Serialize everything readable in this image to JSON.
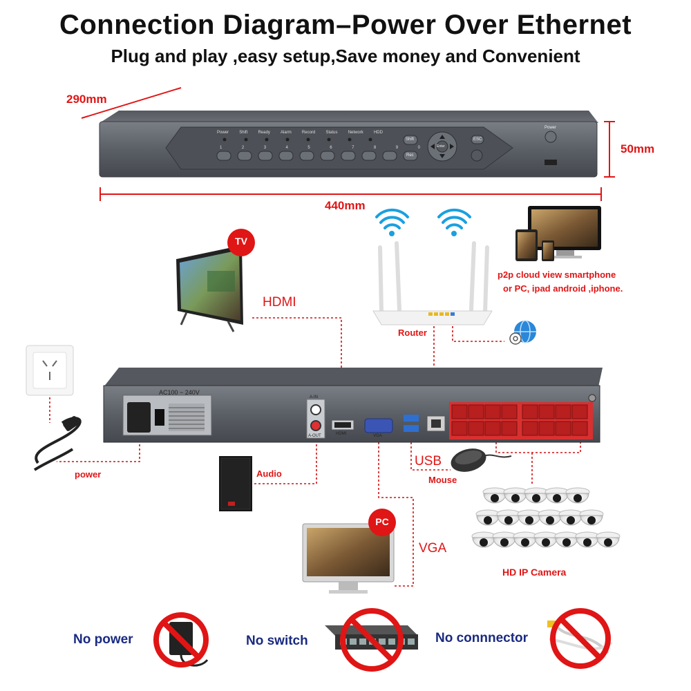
{
  "header": {
    "title": "Connection Diagram–Power Over Ethernet",
    "subtitle": "Plug and play ,easy setup,Save money and Convenient"
  },
  "dimensions": {
    "depth": "290mm",
    "height": "50mm",
    "width": "440mm"
  },
  "front_panel": {
    "indicators": [
      "Power",
      "Shift",
      "Ready",
      "Alarm",
      "Record",
      "Status",
      "Network",
      "HDD"
    ],
    "keys": [
      "1",
      "2",
      "3",
      "4",
      "5",
      "6",
      "7",
      "8",
      "9",
      "0"
    ],
    "shift_button": "Shift",
    "esc_button": "ESC",
    "rec_button": "Rec",
    "enter_button": "Enter",
    "power_button": "Power"
  },
  "rear_panel": {
    "ac_label": "AC100 ~ 240V",
    "audio_in": "A-IN",
    "audio_out": "A-OUT",
    "hdmi_port": "HDMI",
    "vga_port": "VGA"
  },
  "devices": {
    "tv_badge": "TV",
    "pc_badge": "PC"
  },
  "labels": {
    "hdmi": "HDMI",
    "router": "Router",
    "p2p_line1": "p2p cloud  view smartphone",
    "p2p_line2": "or PC, ipad android ,iphone.",
    "power": "power",
    "audio": "Audio",
    "usb": "USB",
    "mouse": "Mouse",
    "vga": "VGA",
    "camera": "HD IP Camera"
  },
  "footer": {
    "no_power": "No power",
    "no_switch": "No switch",
    "no_connector": "No connnector"
  },
  "colors": {
    "accent_red": "#e01515",
    "device_gray": "#5b5f66",
    "footer_blue": "#1a2a80"
  }
}
